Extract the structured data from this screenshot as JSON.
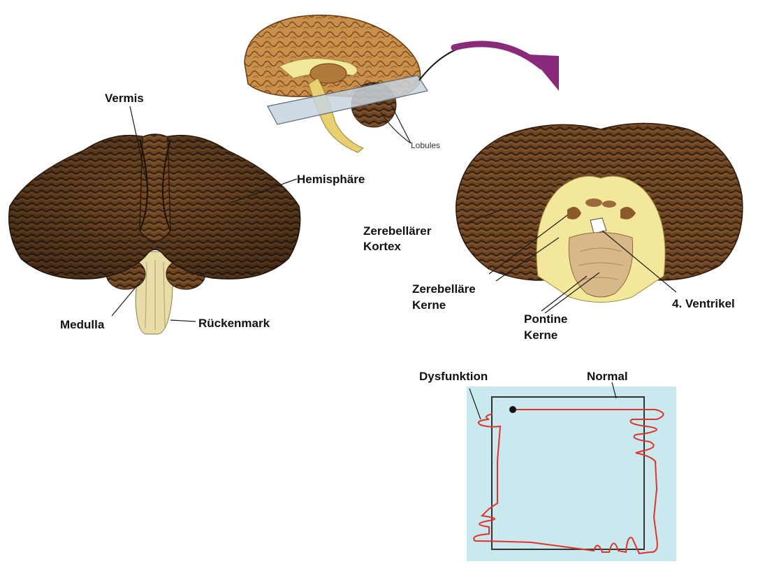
{
  "labels": {
    "vermis": "Vermis",
    "hemisphere": "Hemisphäre",
    "medulla": "Medulla",
    "spinal_cord": "Rückenmark",
    "lobules": "Lobules",
    "cerebellar_cortex_line1": "Zerebellärer",
    "cerebellar_cortex_line2": "Kortex",
    "cerebellar_nuclei_line1": "Zerebelläre",
    "cerebellar_nuclei_line2": "Kerne",
    "pontine_nuclei_line1": "Pontine",
    "pontine_nuclei_line2": "Kerne",
    "fourth_ventricle": "4. Ventrikel",
    "dysfunction": "Dysfunktion",
    "normal": "Normal"
  },
  "colors": {
    "cerebellum_brown": "#5a3a1e",
    "folia_dark": "#3a220f",
    "brainstem_cream": "#e8dca8",
    "white_matter": "#f2e79a",
    "brain_tan": "#c8904a",
    "arrow_purple": "#8a2a7a",
    "panel_blue": "#c9e9ef",
    "trace_red": "#e2322a",
    "trace_dark": "#333333"
  },
  "icons": {
    "slice_plane": "slice-plane-icon",
    "arrow": "curved-arrow-icon",
    "start_dot": "start-dot-icon"
  }
}
